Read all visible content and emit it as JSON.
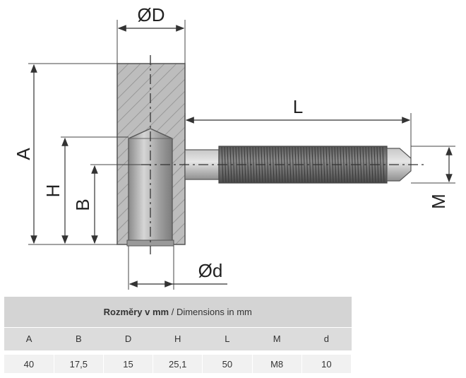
{
  "labels": {
    "outer_diameter": "ØD",
    "inner_diameter": "Ød",
    "length": "L",
    "overall_height": "A",
    "height": "H",
    "depth": "B",
    "thread": "M"
  },
  "table": {
    "caption_bold": "Rozměry v mm",
    "caption_rest": " / Dimensions in mm",
    "headers": [
      "A",
      "B",
      "D",
      "H",
      "L",
      "M",
      "d"
    ],
    "values": [
      "40",
      "17,5",
      "15",
      "25,1",
      "50",
      "M8",
      "10"
    ]
  },
  "colors": {
    "body_fill": "#b9b9b9",
    "pin_fill": "#a9a9a9",
    "thread_fill": "#6f6f6f",
    "table_header_bg": "#d4d4d4",
    "table_value_bg": "#f1f1f1"
  }
}
